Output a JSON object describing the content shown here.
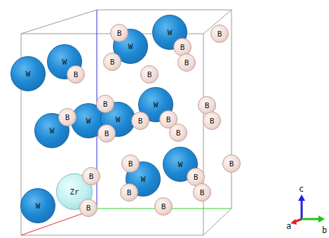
{
  "diagram": {
    "nodes": [
      {
        "text": [
          "W"
        ]
      },
      {
        "text": [
          "W"
        ]
      },
      {
        "text": [
          "W"
        ]
      },
      {
        "text": [
          "W"
        ]
      },
      {
        "text": [
          "W"
        ]
      },
      {
        "text": [
          "W"
        ]
      },
      {
        "text": [
          "W"
        ]
      },
      {
        "text": [
          "W"
        ]
      },
      {
        "text": [
          "W"
        ]
      },
      {
        "text": [
          "W"
        ]
      },
      {
        "text": [
          "W"
        ]
      },
      {
        "text": [
          "Zr"
        ]
      },
      {
        "text": [
          "B"
        ]
      },
      {
        "text": [
          "B"
        ]
      },
      {
        "text": [
          "B"
        ]
      },
      {
        "text": [
          "B"
        ]
      },
      {
        "text": [
          "B"
        ]
      },
      {
        "text": [
          "B"
        ]
      },
      {
        "text": [
          "B"
        ]
      },
      {
        "text": [
          "B"
        ]
      },
      {
        "text": [
          "B"
        ]
      },
      {
        "text": [
          "B"
        ]
      },
      {
        "text": [
          "B"
        ]
      },
      {
        "text": [
          "B"
        ]
      },
      {
        "text": [
          "B"
        ]
      },
      {
        "text": [
          "B"
        ]
      },
      {
        "text": [
          "B"
        ]
      },
      {
        "text": [
          "B"
        ]
      },
      {
        "text": [
          "B"
        ]
      },
      {
        "text": [
          "B"
        ]
      },
      {
        "text": [
          "B"
        ]
      },
      {
        "text": [
          "B"
        ]
      },
      {
        "text": [
          "B"
        ]
      },
      {
        "text": [
          "B"
        ]
      },
      {
        "text": [
          "B"
        ]
      }
    ],
    "labels": [
      "c",
      "b",
      "a"
    ]
  }
}
